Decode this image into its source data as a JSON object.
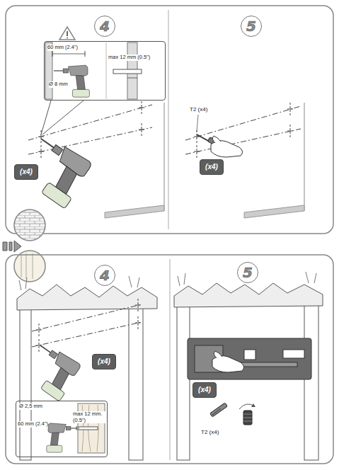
{
  "diagram": {
    "nodes": [
      {
        "text": [
          "4"
        ]
      },
      {
        "text": [
          "60 mm (2.4\")",
          "Ø 8 mm",
          "max 12 mm (0.5\")"
        ]
      },
      {
        "text": [
          "(x4)"
        ]
      },
      {
        "text": [
          "5"
        ]
      },
      {
        "text": [
          "(x4)"
        ]
      },
      {
        "text": [
          "4"
        ]
      },
      {
        "text": [
          "(x4)"
        ]
      },
      {
        "text": [
          "Ø 2,5 mm",
          "max 12 mm. (0.5\")",
          "60 mm (2.4\")"
        ]
      },
      {
        "text": [
          "5"
        ]
      },
      {
        "text": [
          "(x4)"
        ]
      }
    ],
    "labels": [
      "T2 (x4)",
      "T2 (x4)"
    ]
  }
}
